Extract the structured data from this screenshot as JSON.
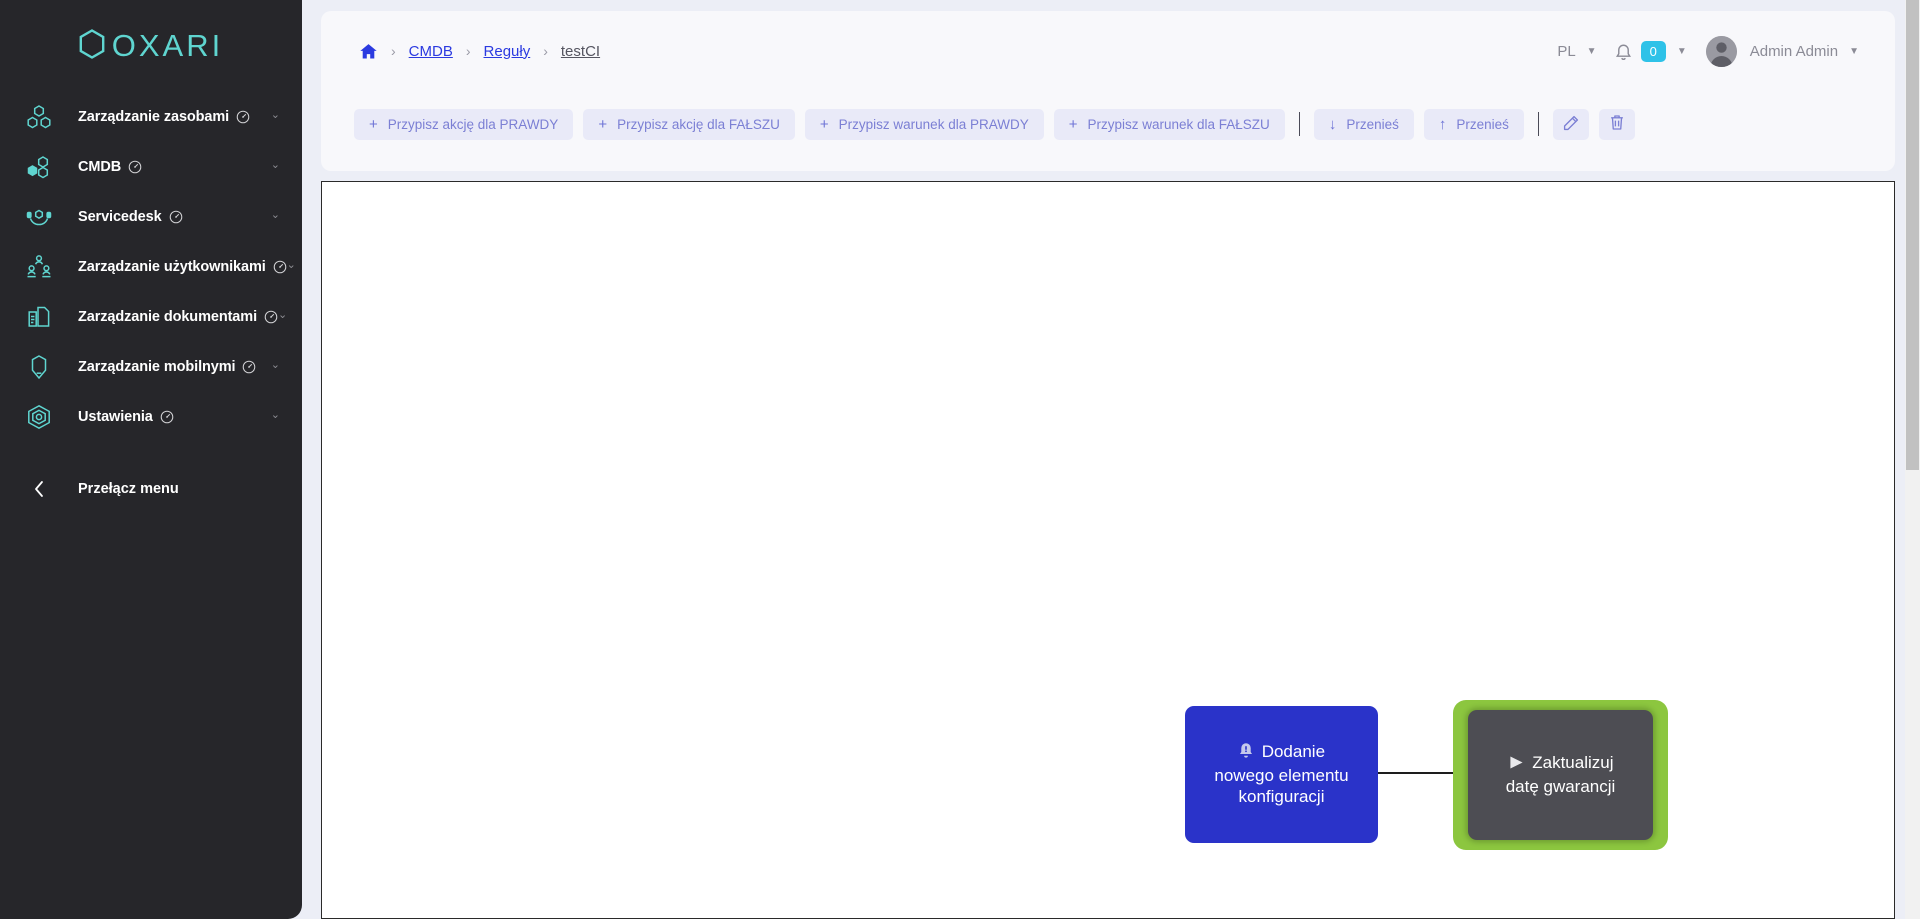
{
  "brand": {
    "logo_text": "OXARI",
    "logo_color": "#5fd5d0"
  },
  "sidebar": {
    "items": [
      {
        "label": "Zarządzanie zasobami",
        "icon": "assets-nodes-icon",
        "chevron": "⌄"
      },
      {
        "label": "CMDB",
        "icon": "cmdb-nodes-icon",
        "chevron": "⌄"
      },
      {
        "label": "Servicedesk",
        "icon": "headset-icon",
        "chevron": "⌄"
      },
      {
        "label": "Zarządzanie użytkownikami",
        "icon": "users-icon",
        "chevron": "⌄"
      },
      {
        "label": "Zarządzanie dokumentami",
        "icon": "documents-icon",
        "chevron": "⌄"
      },
      {
        "label": "Zarządzanie mobilnymi",
        "icon": "mobile-device-icon",
        "chevron": "⌄"
      },
      {
        "label": "Ustawienia",
        "icon": "settings-gear-icon",
        "chevron": "⌄"
      }
    ],
    "toggle": {
      "label": "Przełącz menu",
      "icon": "chevron-left-icon"
    }
  },
  "header": {
    "breadcrumb": {
      "home_icon": "home-icon",
      "separator": "›",
      "items": [
        {
          "label": "CMDB",
          "current": false
        },
        {
          "label": "Reguły",
          "current": false
        },
        {
          "label": "testCI",
          "current": true
        }
      ]
    },
    "language": "PL",
    "notifications": {
      "icon": "bell-icon",
      "count": "0",
      "badge_color": "#2ec2e8"
    },
    "user": {
      "name": "Admin Admin",
      "avatar_icon": "user-avatar"
    },
    "caret": "▼"
  },
  "toolbar": {
    "buttons": [
      {
        "label": "Przypisz akcję dla PRAWDY",
        "glyph": "+",
        "name": "assign-action-true-button"
      },
      {
        "label": "Przypisz akcję dla FAŁSZU",
        "glyph": "+",
        "name": "assign-action-false-button"
      },
      {
        "label": "Przypisz warunek dla PRAWDY",
        "glyph": "+",
        "name": "assign-condition-true-button"
      },
      {
        "label": "Przypisz warunek dla FAŁSZU",
        "glyph": "+",
        "name": "assign-condition-false-button"
      }
    ],
    "move_buttons": [
      {
        "label": "Przenieś",
        "glyph": "↓",
        "name": "move-down-button"
      },
      {
        "label": "Przenieś",
        "glyph": "↑",
        "name": "move-up-button"
      }
    ],
    "icon_buttons": [
      {
        "icon": "pencil-edit-icon",
        "name": "edit-button"
      },
      {
        "icon": "trash-delete-icon",
        "name": "delete-button"
      }
    ]
  },
  "diagram": {
    "nodes": [
      {
        "id": "event-node",
        "glyph": "🔔",
        "label": "Dodanie nowego elementu konfiguracji",
        "line1": "Dodanie",
        "line2": "nowego elementu",
        "line3": "konfiguracji",
        "color": "#2a33c9",
        "selected": false
      },
      {
        "id": "action-node",
        "glyph": "▶",
        "label": "Zaktualizuj datę gwarancji",
        "line1": "Zaktualizuj",
        "line2": "datę gwarancji",
        "color": "#4d4d53",
        "selected": true,
        "selection_color": "#8cc63f"
      }
    ],
    "edge": {
      "from": "event-node",
      "to": "action-node",
      "style": "solid-arrow"
    }
  }
}
